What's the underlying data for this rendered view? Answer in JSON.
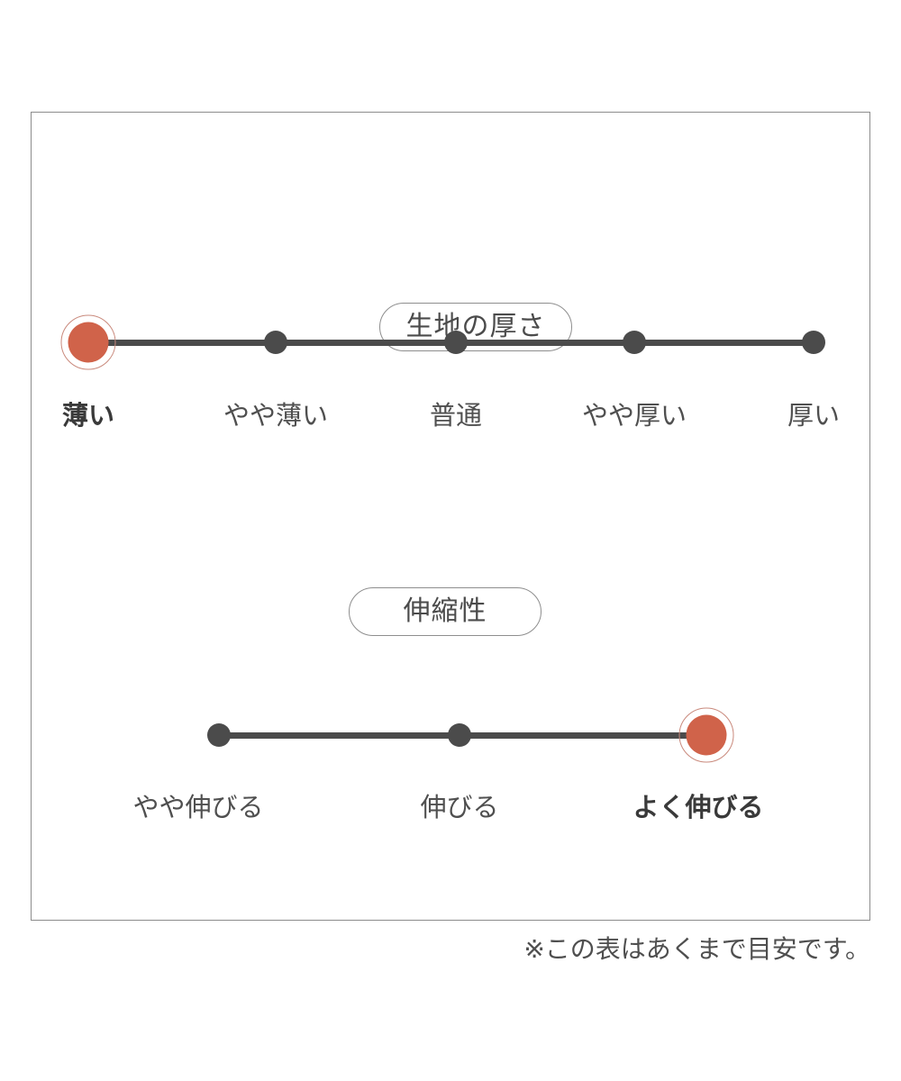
{
  "chart_data": {
    "type": "scatter",
    "title": "",
    "description": "Fabric property indicator chart with two labelled ordinal scales; the selected point on each scale is highlighted in orange.",
    "colors": {
      "active_dot": "#d0634a",
      "active_ring": "#c9897c",
      "inactive_dot": "#4b4b4b",
      "track": "#4b4b4b",
      "border": "#8c8c8c",
      "text": "#4f4f4f",
      "background": "#ffffff"
    },
    "scales": [
      {
        "id": "fabric-thickness",
        "title": "生地の厚さ",
        "categories": [
          "薄い",
          "やや薄い",
          "普通",
          "やや厚い",
          "厚い"
        ],
        "values": [
          1,
          2,
          3,
          4,
          5
        ],
        "selected_index": 0,
        "selected_label": "薄い"
      },
      {
        "id": "stretchiness",
        "title": "伸縮性",
        "categories": [
          "やや伸びる",
          "伸びる",
          "よく伸びる"
        ],
        "values": [
          1,
          2,
          3
        ],
        "selected_index": 2,
        "selected_label": "よく伸びる"
      }
    ],
    "legend": [],
    "grid": false,
    "annotations": [
      "※この表はあくまで目安です。"
    ]
  },
  "card": {
    "sections": [
      {
        "badge_label": "生地の厚さ",
        "ticks": [
          {
            "label": "薄い",
            "active": true
          },
          {
            "label": "やや薄い",
            "active": false
          },
          {
            "label": "普通",
            "active": false
          },
          {
            "label": "やや厚い",
            "active": false
          },
          {
            "label": "厚い",
            "active": false
          }
        ]
      },
      {
        "badge_label": "伸縮性",
        "ticks": [
          {
            "label": "やや伸びる",
            "active": false
          },
          {
            "label": "伸びる",
            "active": false
          },
          {
            "label": "よく伸びる",
            "active": true
          }
        ]
      }
    ],
    "footnote": "※この表はあくまで目安です。"
  }
}
